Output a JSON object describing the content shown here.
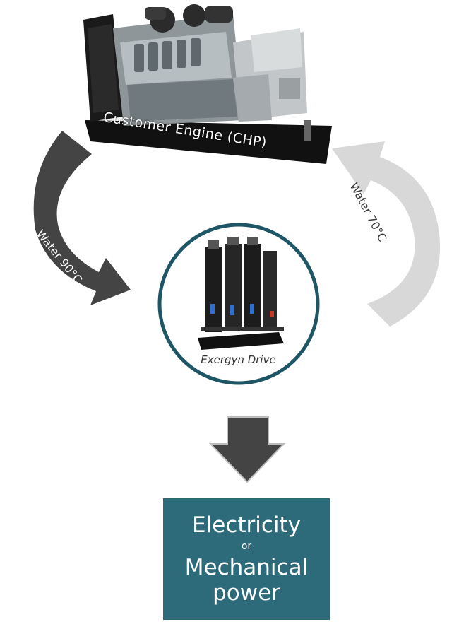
{
  "engine": {
    "label": "Customer Engine (CHP)"
  },
  "flow": {
    "hot_water_label": "Water 90°C",
    "return_water_label": "Water 70°C"
  },
  "drive": {
    "label": "Exergyn Drive"
  },
  "output": {
    "line1": "Electricity",
    "or": "or",
    "line2": "Mechanical",
    "line3": "power"
  },
  "colors": {
    "dark_arrow": "#444444",
    "light_arrow": "#d8d8d8",
    "circle_border": "#1f5665",
    "output_box": "#2d6b7b"
  }
}
